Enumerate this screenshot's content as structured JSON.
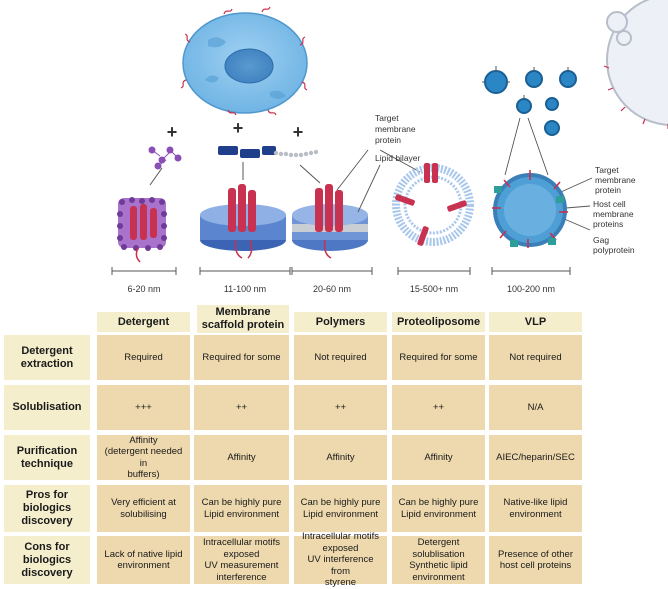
{
  "plus_sign": "+",
  "size_labels": [
    "6-20 nm",
    "11-100 nm",
    "20-60 nm",
    "15-500+ nm",
    "100-200 nm"
  ],
  "callouts": {
    "target_membrane_protein_1": [
      "Target",
      "membrane",
      "protein"
    ],
    "lipid_bilayer": "Lipid bilayer",
    "target_membrane_protein_2": [
      "Target",
      "membrane",
      "protein"
    ],
    "host_cell_membrane_proteins": [
      "Host cell",
      "membrane",
      "proteins"
    ],
    "gag_polyprotein": [
      "Gag",
      "polyprotein"
    ]
  },
  "table": {
    "columns": [
      "Detergent",
      "Membrane\nscaffold protein",
      "Polymers",
      "Proteoliposome",
      "VLP"
    ],
    "rows": [
      {
        "label": "Detergent\nextraction",
        "cells": [
          "Required",
          "Required for some",
          "Not required",
          "Required for some",
          "Not required"
        ]
      },
      {
        "label": "Solublisation",
        "cells": [
          "+++",
          "++",
          "++",
          "++",
          "N/A"
        ]
      },
      {
        "label": "Purification\ntechnique",
        "cells": [
          "Affinity\n(detergent needed in\nbuffers)",
          "Affinity",
          "Affinity",
          "Affinity",
          "AIEC/heparin/SEC"
        ]
      },
      {
        "label": "Pros for\nbiologics\ndiscovery",
        "cells": [
          "Very efficient at\nsolubilising",
          "Can be highly pure\nLipid environment",
          "Can be highly pure\nLipid environment",
          "Can be highly pure\nLipid environment",
          "Native-like lipid\nenvironment"
        ]
      },
      {
        "label": "Cons for\nbiologics\ndiscovery",
        "cells": [
          "Lack of native lipid\nenvironment",
          "Intracellular motifs\nexposed\nUV measurement\ninterference",
          "Intracellular motifs\nexposed\nUV interference from\nstyrene",
          "Detergent\nsolublisation\nSynthetic lipid\nenvironment",
          "Presence of other\nhost cell proteins"
        ]
      }
    ]
  },
  "colors": {
    "header_fill": "#f4eecd",
    "cell_fill": "#edd9ad",
    "cell_blue": "#7fb6e0",
    "protein_red": "#c8314f",
    "scaffold_navy": "#1f3f8a",
    "polymer_grey": "#b9bec6",
    "detergent_purple": "#8a4fb5"
  }
}
